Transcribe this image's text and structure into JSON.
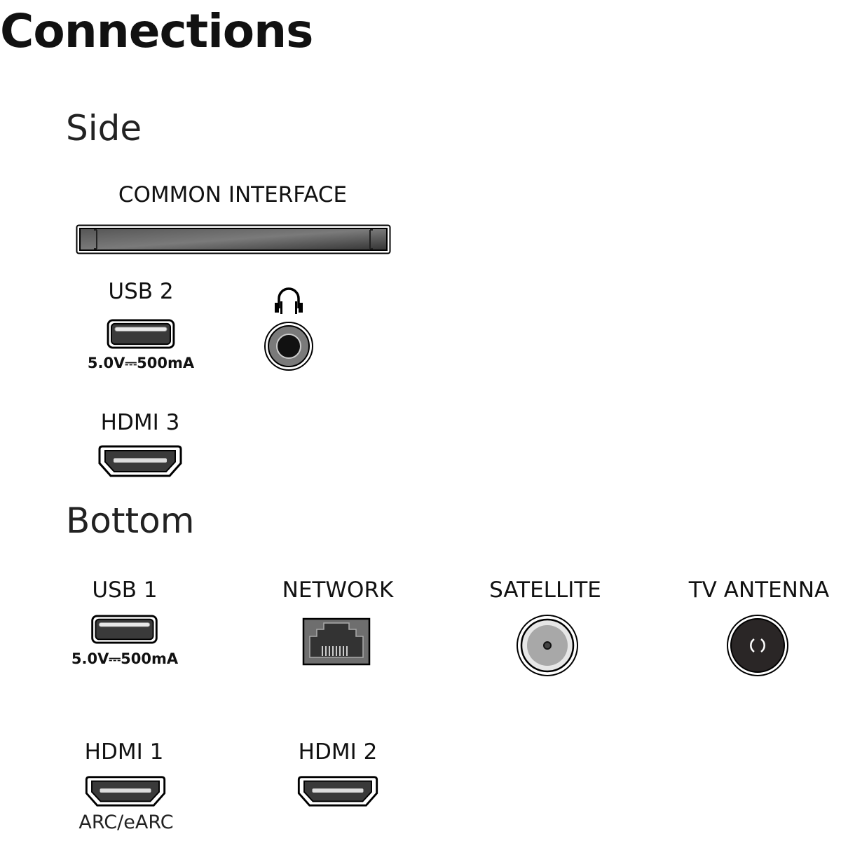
{
  "title": "Connections",
  "sections": {
    "side": {
      "heading": "Side",
      "common_interface": "COMMON INTERFACE",
      "usb2": {
        "label": "USB 2",
        "spec": "5.0V⎓500mA"
      },
      "headphone": {
        "icon": "headphone-icon"
      },
      "hdmi3": {
        "label": "HDMI 3"
      }
    },
    "bottom": {
      "heading": "Bottom",
      "usb1": {
        "label": "USB 1",
        "spec": "5.0V⎓500mA"
      },
      "network": {
        "label": "NETWORK"
      },
      "satellite": {
        "label": "SATELLITE"
      },
      "tv_antenna": {
        "label": "TV ANTENNA"
      },
      "hdmi1": {
        "label": "HDMI 1",
        "note": "ARC/eARC"
      },
      "hdmi2": {
        "label": "HDMI 2"
      }
    }
  }
}
